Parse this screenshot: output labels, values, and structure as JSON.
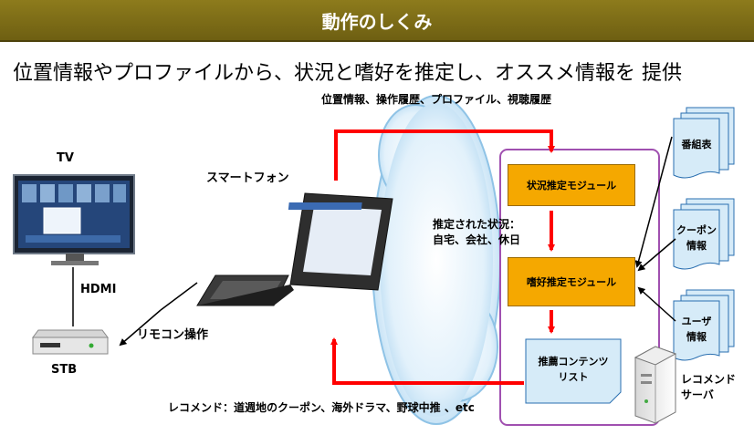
{
  "title": "動作のしくみ",
  "subtitle": "位置情報やプロファイルから、状況と嗜好を推定し、オススメ情報を 提供",
  "top_flow_label": "位置情報、操作履歴、プロファイル、視聴履歴",
  "bottom_flow_label": "レコメンド：道週地のクーポン、海外ドラマ、野球中推 、etc",
  "devices": {
    "tv": "TV",
    "hdmi": "HDMI",
    "stb": "STB",
    "smartphone": "スマートフォン",
    "remote": "リモコン操作"
  },
  "cloud_text": [
    "推定された状況：",
    "自宅、会社、休日"
  ],
  "modules": {
    "situation": "状況推定モジュール",
    "preference": "嗜好推定モジュール",
    "recommend_list": [
      "推薦コンテンツ",
      "リスト"
    ]
  },
  "data_sources": {
    "program": "番組表",
    "coupon": [
      "クーポン",
      "情報"
    ],
    "user": [
      "ユーザ",
      "情報"
    ]
  },
  "server": [
    "レコメンド",
    "サーバ"
  ],
  "colors": {
    "title_bar": "#7a6a18",
    "arrow_red": "#ff0000",
    "module_fill": "#f5a800",
    "doc_fill": "#d6ebf8",
    "panel_border": "#a050b0"
  }
}
